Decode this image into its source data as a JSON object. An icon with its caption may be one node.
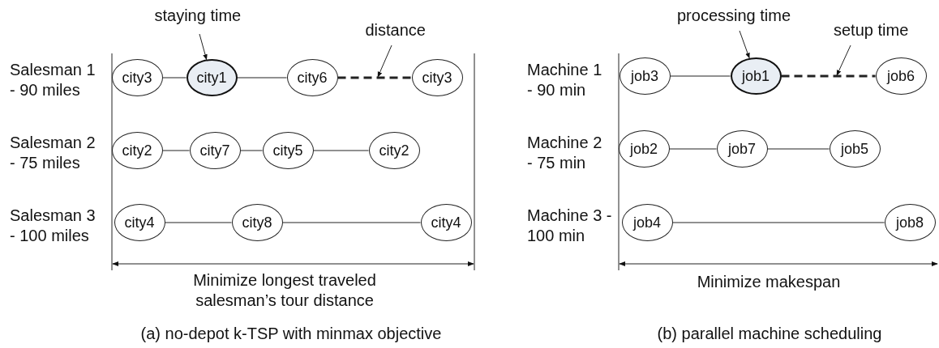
{
  "diagram": {
    "nodes": [
      {
        "text": [
          "staying time"
        ]
      },
      {
        "text": [
          "distance"
        ]
      },
      {
        "text": [
          "city3"
        ]
      },
      {
        "text": [
          "city1"
        ]
      },
      {
        "text": [
          "city6"
        ]
      },
      {
        "text": [
          "city3"
        ]
      },
      {
        "text": [
          "city2"
        ]
      },
      {
        "text": [
          "city7"
        ]
      },
      {
        "text": [
          "city5"
        ]
      },
      {
        "text": [
          "city2"
        ]
      },
      {
        "text": [
          "city4"
        ]
      },
      {
        "text": [
          "city8"
        ]
      },
      {
        "text": [
          "city4"
        ]
      },
      {
        "text": [
          "processing time"
        ]
      },
      {
        "text": [
          "setup time"
        ]
      },
      {
        "text": [
          "job3"
        ]
      },
      {
        "text": [
          "job1"
        ]
      },
      {
        "text": [
          "job6"
        ]
      },
      {
        "text": [
          "job2"
        ]
      },
      {
        "text": [
          "job7"
        ]
      },
      {
        "text": [
          "job5"
        ]
      },
      {
        "text": [
          "job4"
        ]
      },
      {
        "text": [
          "job8"
        ]
      }
    ],
    "edges": [
      {
        "from": 0,
        "to": 3,
        "arrow": "to"
      },
      {
        "from": 1,
        "to": null,
        "arrow": "to"
      },
      {
        "from": 2,
        "to": 3,
        "arrow": "none"
      },
      {
        "from": 3,
        "to": 4,
        "arrow": "none"
      },
      {
        "from": 4,
        "to": 5,
        "arrow": "none",
        "style": "dashed"
      },
      {
        "from": 6,
        "to": 7,
        "arrow": "none"
      },
      {
        "from": 7,
        "to": 8,
        "arrow": "none"
      },
      {
        "from": 8,
        "to": 9,
        "arrow": "none"
      },
      {
        "from": 10,
        "to": 11,
        "arrow": "none"
      },
      {
        "from": 11,
        "to": 12,
        "arrow": "none"
      },
      {
        "from": 13,
        "to": 16,
        "arrow": "to"
      },
      {
        "from": 14,
        "to": null,
        "arrow": "to"
      },
      {
        "from": 15,
        "to": 16,
        "arrow": "none"
      },
      {
        "from": 16,
        "to": 17,
        "arrow": "none",
        "style": "dashed"
      },
      {
        "from": 18,
        "to": 19,
        "arrow": "none"
      },
      {
        "from": 19,
        "to": 20,
        "arrow": "none"
      },
      {
        "from": 21,
        "to": 22,
        "arrow": "none"
      }
    ],
    "labels": [
      "Salesman 1 - 90 miles",
      "Salesman 2 - 75 miles",
      "Salesman 3 - 100 miles",
      "Minimize longest traveled salesman’s tour distance",
      "(a) no-depot k-TSP with minmax objective",
      "Machine 1 - 90 min",
      "Machine 2 - 75 min",
      "Machine 3 - 100 min",
      "Minimize makespan",
      "(b) parallel machine scheduling"
    ]
  }
}
